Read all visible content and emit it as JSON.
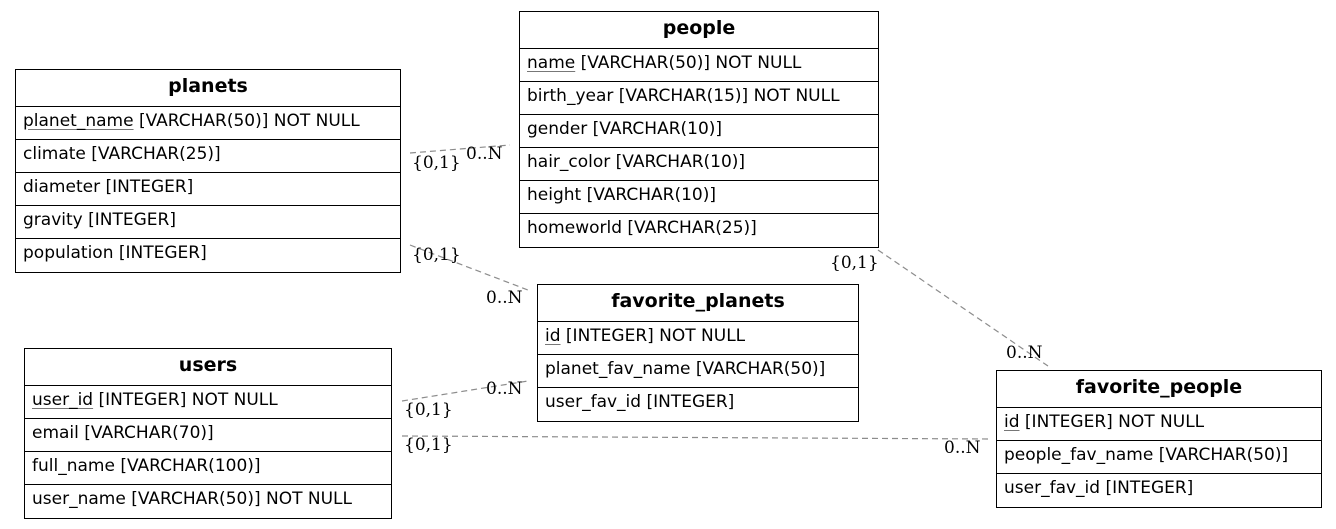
{
  "entities": {
    "people": {
      "title": "people",
      "attrs": [
        {
          "name": "name",
          "type": " [VARCHAR(50)] NOT NULL"
        },
        {
          "name": "birth_year [VARCHAR(15)] NOT NULL"
        },
        {
          "name": "gender [VARCHAR(10)]"
        },
        {
          "name": "hair_color [VARCHAR(10)]"
        },
        {
          "name": "height [VARCHAR(10)]"
        },
        {
          "name": "homeworld [VARCHAR(25)]"
        }
      ]
    },
    "planets": {
      "title": "planets",
      "attrs": [
        {
          "name": "planet_name",
          "type": " [VARCHAR(50)] NOT NULL"
        },
        {
          "name": "climate [VARCHAR(25)]"
        },
        {
          "name": "diameter [INTEGER]"
        },
        {
          "name": "gravity [INTEGER]"
        },
        {
          "name": "population [INTEGER]"
        }
      ]
    },
    "favorite_planets": {
      "title": "favorite_planets",
      "attrs": [
        {
          "name": "id",
          "type": " [INTEGER] NOT NULL"
        },
        {
          "name": "planet_fav_name [VARCHAR(50)]"
        },
        {
          "name": "user_fav_id [INTEGER]"
        }
      ]
    },
    "users": {
      "title": "users",
      "attrs": [
        {
          "name": "user_id",
          "type": " [INTEGER] NOT NULL"
        },
        {
          "name": "email [VARCHAR(70)]"
        },
        {
          "name": "full_name [VARCHAR(100)]"
        },
        {
          "name": "user_name [VARCHAR(50)] NOT NULL"
        }
      ]
    },
    "favorite_people": {
      "title": "favorite_people",
      "attrs": [
        {
          "name": "id",
          "type": " [INTEGER] NOT NULL"
        },
        {
          "name": "people_fav_name [VARCHAR(50)]"
        },
        {
          "name": "user_fav_id [INTEGER]"
        }
      ]
    }
  },
  "relationships": [
    {
      "from": "planets",
      "to": "people",
      "from_card": "{0,1}",
      "to_card": "0..N"
    },
    {
      "from": "planets",
      "to": "favorite_planets",
      "from_card": "{0,1}",
      "to_card": "0..N"
    },
    {
      "from": "people",
      "to": "favorite_people",
      "from_card": "{0,1}",
      "to_card": "0..N"
    },
    {
      "from": "users",
      "to": "favorite_planets",
      "from_card": "{0,1}",
      "to_card": "0..N"
    },
    {
      "from": "users",
      "to": "favorite_people",
      "from_card": "{0,1}",
      "to_card": "0..N"
    }
  ],
  "style": {
    "edge_color": "#8c8c8c"
  }
}
